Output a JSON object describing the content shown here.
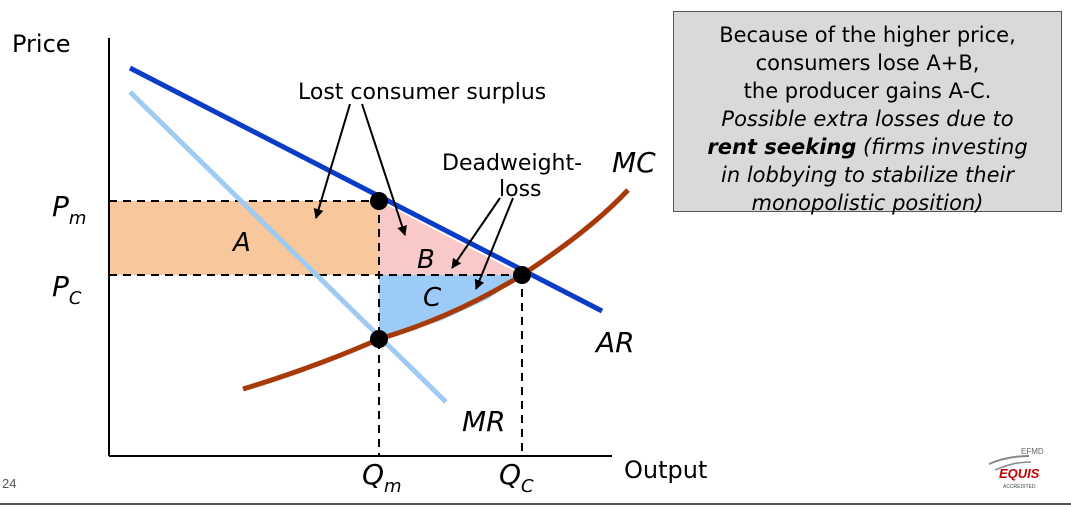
{
  "axes": {
    "y_label": "Price",
    "x_label": "Output",
    "pm_label": "P",
    "pm_sub": "m",
    "pc_label": "P",
    "pc_sub": "C",
    "qm_label": "Q",
    "qm_sub": "m",
    "qc_label": "Q",
    "qc_sub": "C"
  },
  "curves": {
    "ar": "AR",
    "mr": "MR",
    "mc": "MC"
  },
  "areas": {
    "a": "A",
    "b": "B",
    "c": "C"
  },
  "annotations": {
    "lost_cs": "Lost consumer surplus",
    "dwl_line1": "Deadweight-",
    "dwl_line2": "loss"
  },
  "note": {
    "line1": "Because of the higher price,",
    "line2": "consumers lose A+B,",
    "line3": "the producer gains A-C.",
    "line4": "Possible extra losses due to",
    "line5_bold": "rent seeking",
    "line5_rest": " (firms investing",
    "line6": "in lobbying to stabilize their",
    "line7": "monopolistic position)"
  },
  "footer": {
    "slide_number": "24",
    "logo_top": "EFMD",
    "logo_main": "EQUIS",
    "logo_bottom": "ACCREDITED"
  },
  "colors": {
    "ar_line": "#0a3cc8",
    "mr_line": "#9fcbf2",
    "mc_line": "#a83a0a",
    "area_a": "#f9c79c",
    "area_b": "#f9c8c8",
    "area_c": "#9ccbf7",
    "note_bg": "#d9d9d9"
  }
}
